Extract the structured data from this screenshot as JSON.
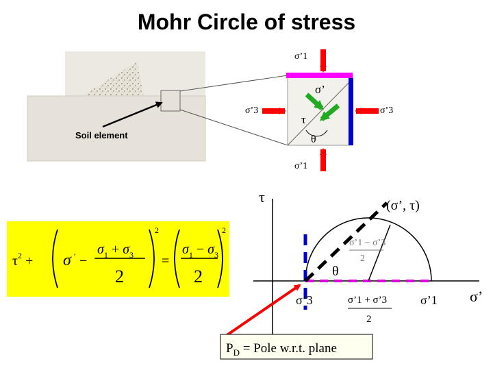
{
  "title": "Mohr Circle of stress",
  "soil_panel": {
    "label": "Soil element"
  },
  "element": {
    "sigma1_top": "σ’1",
    "sigma1_bottom": "σ’1",
    "sigma3_left": "σ’3",
    "sigma3_right": "σ’3",
    "normal_label": "σ’",
    "shear_label": "τ",
    "angle_label": "θ"
  },
  "equation": {
    "lhs": "τ² + (σ′ − (σ′1 + σ′3)/2)² = ((σ′1 − σ′3)/2)²"
  },
  "mohr": {
    "tau_axis_label": "τ",
    "sigma_axis_label": "σ’",
    "point_label": "(σ’, τ)",
    "angle_label": "θ",
    "sigma3_tick": "σ’3",
    "sigma1_tick": "σ’1",
    "center_num": "σ’1 + σ’3",
    "center_den": "2",
    "radius_num": "σ’1 − σ’3",
    "radius_den": "2",
    "pole_text": "P",
    "pole_sub": "D",
    "pole_rest": " = Pole w.r.t. plane"
  },
  "colors": {
    "equation_bg": "#ffff00",
    "sigma1_bar": "#ff00ff",
    "sigma3_bar": "#0000cc",
    "arrow_red": "#ff0000",
    "arrow_green": "#22aa22",
    "dashed_blue": "#0000cc",
    "dashed_magenta": "#e000e0"
  }
}
